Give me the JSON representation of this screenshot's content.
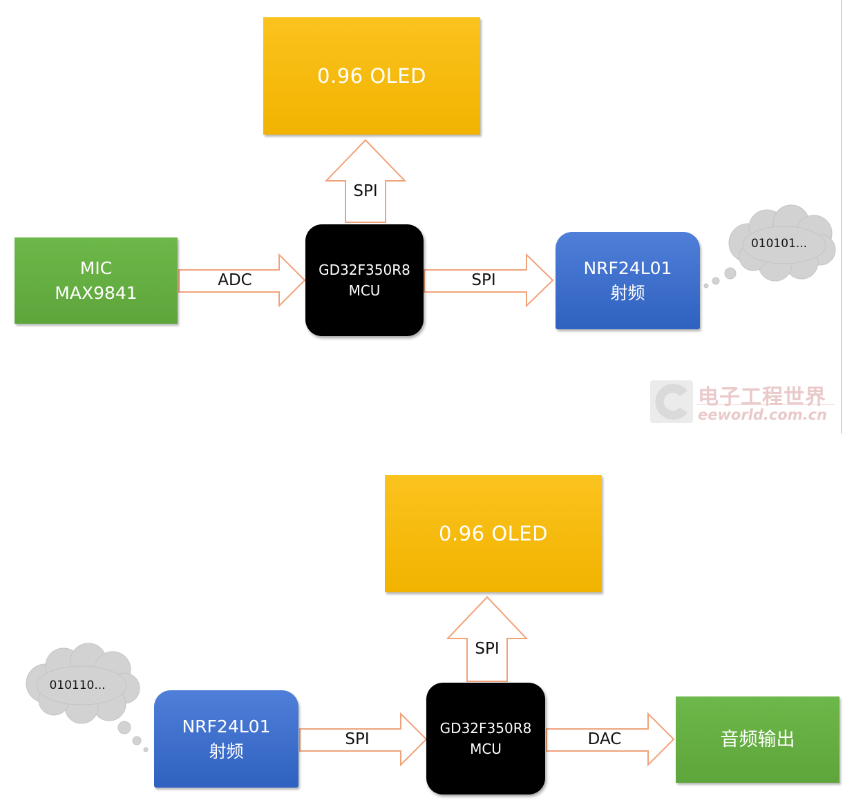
{
  "top": {
    "oled": "0.96 OLED",
    "spi_up": "SPI",
    "mic_line1": "MIC",
    "mic_line2": "MAX9841",
    "adc": "ADC",
    "mcu_line1": "GD32F350R8",
    "mcu_line2": "MCU",
    "spi_right": "SPI",
    "nrf_line1": "NRF24L01",
    "nrf_line2": "射频",
    "cloud": "010101..."
  },
  "bottom": {
    "oled": "0.96 OLED",
    "spi_up": "SPI",
    "cloud": "010110...",
    "nrf_line1": "NRF24L01",
    "nrf_line2": "射频",
    "spi_right": "SPI",
    "mcu_line1": "GD32F350R8",
    "mcu_line2": "MCU",
    "dac": "DAC",
    "output": "音频输出"
  },
  "watermark": {
    "cn": "电子工程世界",
    "en": "eeworld.com.cn"
  },
  "colors": {
    "oled": "#f5b90d",
    "green": "#64ac40",
    "blue": "#3b6ccb",
    "mcu": "#000000",
    "arrow_stroke": "#f0a27a",
    "cloud": "#d3d3d3"
  }
}
